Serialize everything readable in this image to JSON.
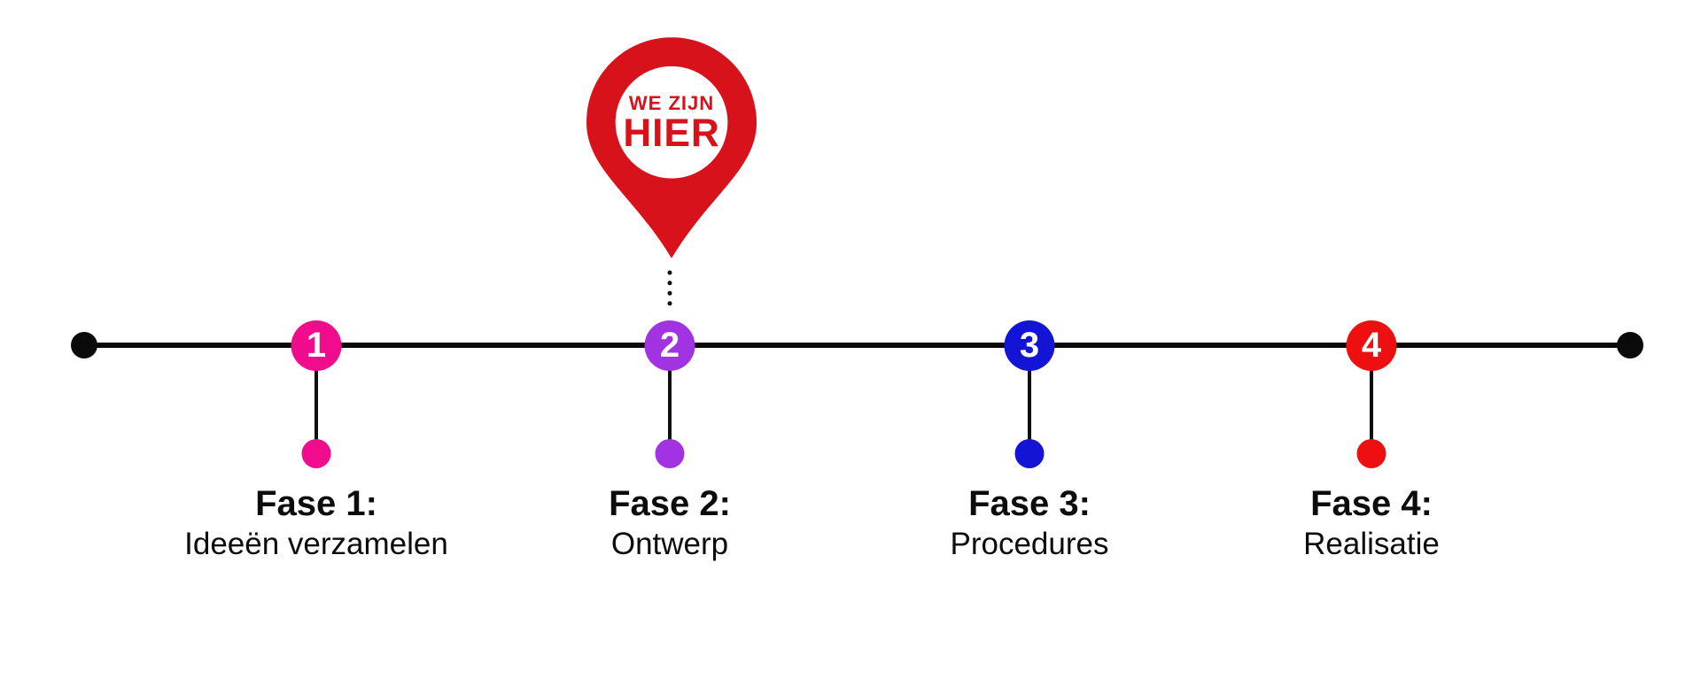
{
  "marker": {
    "line1": "WE ZIJN",
    "line2": "HIER",
    "pin_color": "#D7121B",
    "text_color": "#D7121B",
    "inner_circle_color": "#FFFFFF",
    "connector_color": "#111111"
  },
  "timeline": {
    "line_color": "#0A0A0A",
    "endpoint_color": "#0A0A0A",
    "number_text_color": "#FFFFFF"
  },
  "phases": [
    {
      "number": "1",
      "title": "Fase 1:",
      "subtitle": "Ideeën verzamelen",
      "color": "#F00C8C"
    },
    {
      "number": "2",
      "title": "Fase 2:",
      "subtitle": "Ontwerp",
      "color": "#A133E2",
      "current": true
    },
    {
      "number": "3",
      "title": "Fase 3:",
      "subtitle": "Procedures",
      "color": "#1414D7"
    },
    {
      "number": "4",
      "title": "Fase 4:",
      "subtitle": "Realisatie",
      "color": "#EE1010"
    }
  ]
}
